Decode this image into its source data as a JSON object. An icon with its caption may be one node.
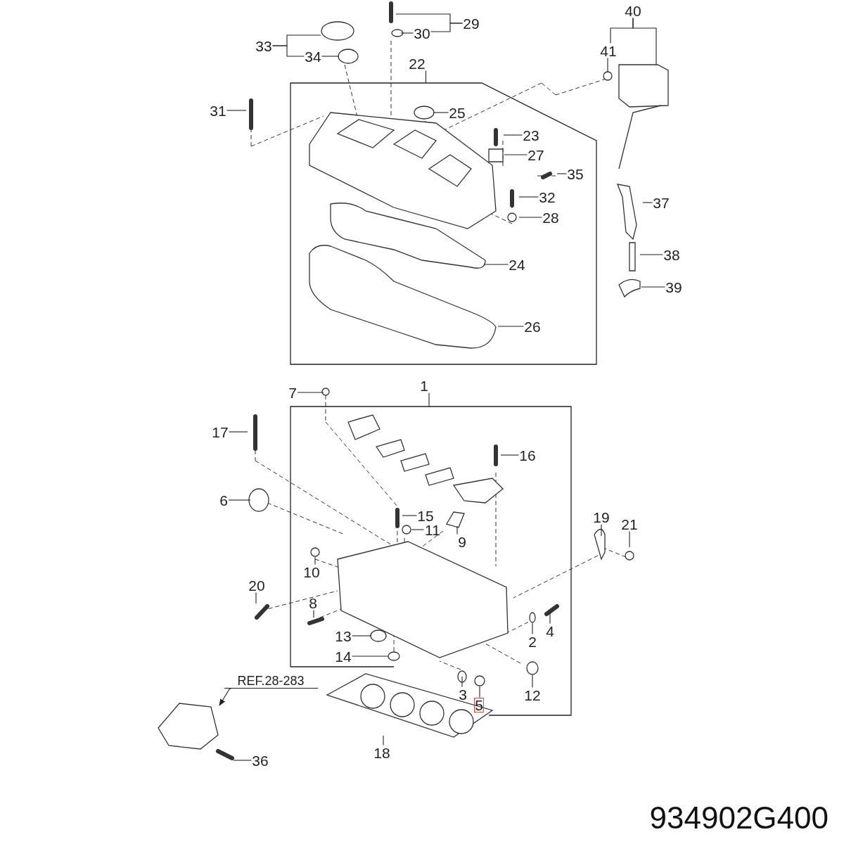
{
  "diagram": {
    "nodes": [
      {
        "text": [
          "29"
        ]
      },
      {
        "text": [
          "30"
        ]
      },
      {
        "text": [
          "33"
        ]
      },
      {
        "text": [
          "34"
        ]
      },
      {
        "text": [
          "40"
        ]
      },
      {
        "text": [
          "41"
        ]
      },
      {
        "text": [
          "22"
        ]
      },
      {
        "text": [],
        "shape": "box"
      },
      {
        "text": [
          "31"
        ]
      },
      {
        "text": [
          "25"
        ],
        "in": 7
      },
      {
        "text": [
          "23"
        ],
        "in": 7
      },
      {
        "text": [
          "27"
        ],
        "in": 7
      },
      {
        "text": [
          "35"
        ],
        "in": 7
      },
      {
        "text": [
          "32"
        ],
        "in": 7
      },
      {
        "text": [
          "28"
        ],
        "in": 7
      },
      {
        "text": [
          "37"
        ]
      },
      {
        "text": [
          "38"
        ]
      },
      {
        "text": [
          "24"
        ],
        "in": 7
      },
      {
        "text": [
          "39"
        ]
      },
      {
        "text": [
          "26"
        ],
        "in": 7
      },
      {
        "text": [
          "7"
        ]
      },
      {
        "text": [
          "1"
        ]
      },
      {
        "text": [],
        "shape": "box"
      },
      {
        "text": [
          "17"
        ]
      },
      {
        "text": [
          "16"
        ],
        "in": 22
      },
      {
        "text": [
          "6"
        ]
      },
      {
        "text": [
          "15"
        ],
        "in": 22
      },
      {
        "text": [
          "11"
        ],
        "in": 22
      },
      {
        "text": [
          "19"
        ]
      },
      {
        "text": [
          "21"
        ]
      },
      {
        "text": [
          "9"
        ],
        "in": 22
      },
      {
        "text": [
          "10"
        ],
        "in": 22
      },
      {
        "text": [
          "20"
        ]
      },
      {
        "text": [
          "8"
        ],
        "in": 22
      },
      {
        "text": [
          "4"
        ],
        "in": 22
      },
      {
        "text": [
          "13"
        ],
        "in": 22
      },
      {
        "text": [
          "2"
        ],
        "in": 22
      },
      {
        "text": [
          "14"
        ],
        "in": 22
      },
      {
        "text": [
          "3"
        ],
        "in": 22
      },
      {
        "text": [
          "5"
        ],
        "in": 22
      },
      {
        "text": [
          "12"
        ],
        "in": 22
      },
      {
        "text": [
          "REF.28-283"
        ]
      },
      {
        "text": [
          "18"
        ]
      },
      {
        "text": [
          "36"
        ]
      },
      {
        "text": [],
        "shape": "circle"
      },
      {
        "text": [],
        "shape": "circle",
        "in": 22
      },
      {
        "text": [],
        "shape": "circle",
        "in": 22
      },
      {
        "text": [],
        "shape": "circle",
        "in": 22
      },
      {
        "text": [],
        "shape": "circle",
        "in": 22
      }
    ],
    "edges": [
      {
        "from": 0,
        "to": null,
        "arrow": "none"
      },
      {
        "from": 0,
        "to": 1,
        "arrow": "none"
      },
      {
        "from": 1,
        "to": null,
        "arrow": "none"
      },
      {
        "from": 2,
        "to": 44,
        "arrow": "none"
      },
      {
        "from": 2,
        "to": 3,
        "arrow": "none"
      },
      {
        "from": 3,
        "to": null,
        "arrow": "none"
      },
      {
        "from": 4,
        "to": 5,
        "arrow": "none"
      },
      {
        "from": 4,
        "to": null,
        "arrow": "none"
      },
      {
        "from": 5,
        "to": null,
        "arrow": "none"
      },
      {
        "from": 6,
        "to": 7,
        "arrow": "none"
      },
      {
        "from": 8,
        "to": null,
        "arrow": "none"
      },
      {
        "from": 9,
        "to": null,
        "arrow": "none"
      },
      {
        "from": 10,
        "to": null,
        "arrow": "none"
      },
      {
        "from": 11,
        "to": null,
        "arrow": "none"
      },
      {
        "from": 12,
        "to": null,
        "arrow": "none"
      },
      {
        "from": 13,
        "to": null,
        "arrow": "none"
      },
      {
        "from": 14,
        "to": null,
        "arrow": "none"
      },
      {
        "from": 15,
        "to": null,
        "arrow": "none"
      },
      {
        "from": 16,
        "to": null,
        "arrow": "none"
      },
      {
        "from": 17,
        "to": null,
        "arrow": "none"
      },
      {
        "from": 18,
        "to": null,
        "arrow": "none"
      },
      {
        "from": 19,
        "to": null,
        "arrow": "none"
      },
      {
        "from": 20,
        "to": null,
        "arrow": "none"
      },
      {
        "from": 21,
        "to": 22,
        "arrow": "none"
      },
      {
        "from": 23,
        "to": null,
        "arrow": "none"
      },
      {
        "from": 24,
        "to": null,
        "arrow": "none"
      },
      {
        "from": 25,
        "to": null,
        "arrow": "none"
      },
      {
        "from": 26,
        "to": null,
        "arrow": "none"
      },
      {
        "from": 27,
        "to": 45,
        "arrow": "none"
      },
      {
        "from": 28,
        "to": null,
        "arrow": "none"
      },
      {
        "from": 29,
        "to": null,
        "arrow": "none"
      },
      {
        "from": 30,
        "to": null,
        "arrow": "none"
      },
      {
        "from": 31,
        "to": null,
        "arrow": "none"
      },
      {
        "from": 32,
        "to": null,
        "arrow": "none"
      },
      {
        "from": 33,
        "to": null,
        "arrow": "none"
      },
      {
        "from": 34,
        "to": null,
        "arrow": "none"
      },
      {
        "from": 35,
        "to": null,
        "arrow": "none"
      },
      {
        "from": 36,
        "to": 46,
        "arrow": "none"
      },
      {
        "from": 37,
        "to": null,
        "arrow": "none"
      },
      {
        "from": 38,
        "to": null,
        "arrow": "none"
      },
      {
        "from": 39,
        "to": 47,
        "arrow": "none"
      },
      {
        "from": 40,
        "to": 48,
        "arrow": "none"
      },
      {
        "from": 41,
        "to": null,
        "arrow": "to"
      },
      {
        "from": 42,
        "to": null,
        "arrow": "none"
      },
      {
        "from": 43,
        "to": null,
        "arrow": "none"
      }
    ],
    "labels": [
      "934902G400"
    ]
  }
}
